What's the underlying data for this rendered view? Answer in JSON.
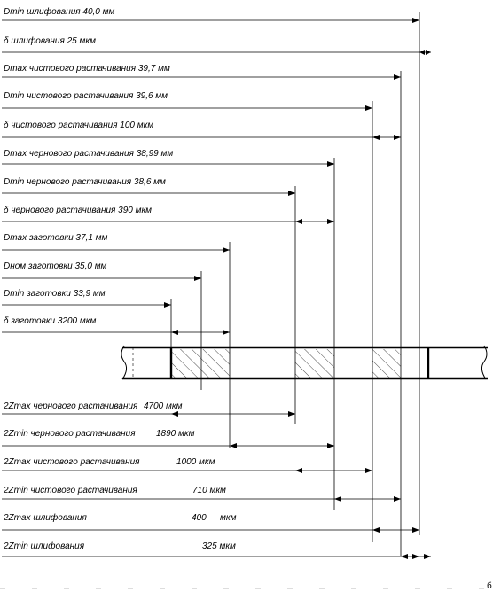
{
  "dimension_labels": [
    "Dmin шлифования 40,0 мм",
    "δ шлифования 25 мкм",
    "Dmax чистового растачивания 39,7 мм",
    "Dmin чистового растачивания 39,6 мм",
    "δ чистового растачивания 100 мкм",
    "Dmax чернового растачивания 38,99 мм",
    "Dmin чернового растачивания 38,6 мм",
    "δ чернового растачивания 390 мкм",
    "Dmax заготовки 37,1 мм",
    "Dном заготовки 35,0 мм",
    "Dmin заготовки 33,9 мм",
    "δ заготовки 3200 мкм"
  ],
  "allowance_labels": [
    {
      "name": "2Zmax чернового растачивания",
      "value": "4700 мкм"
    },
    {
      "name": "2Zmin чернового растачивания",
      "value": "1890 мкм"
    },
    {
      "name": "2Zmax чистового растачивания",
      "value": "1000 мкм"
    },
    {
      "name": "2Zmin чистового растачивания",
      "value": "710 мкм"
    },
    {
      "name": "2Zmax шлифования",
      "value": "400"
    },
    {
      "name": "2Zmin шлифования",
      "value": "325 мкм"
    }
  ],
  "extra_unit_label": "мкм",
  "footer_mark": "б"
}
